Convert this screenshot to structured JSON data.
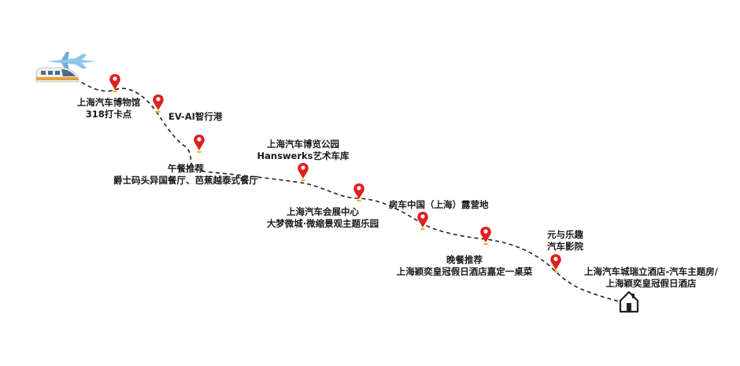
{
  "route": {
    "stops": [
      {
        "id": "auto-museum",
        "lines": [
          "上海汽车博物馆",
          "318打卡点"
        ]
      },
      {
        "id": "ev-ai",
        "lines": [
          "EV-AI智行港"
        ]
      },
      {
        "id": "lunch",
        "lines": [
          "午餐推荐",
          "爵士码头异国餐厅、芭蕉越泰式餐厅"
        ]
      },
      {
        "id": "expo-park",
        "lines": [
          "上海汽车博览公园",
          "Hanswerks艺术车库"
        ]
      },
      {
        "id": "expo-center",
        "lines": [
          "上海汽车会展中心",
          "大梦微城·微缩景观主题乐园"
        ]
      },
      {
        "id": "rv-camp",
        "lines": [
          "房车中国（上海）露营地"
        ]
      },
      {
        "id": "dinner",
        "lines": [
          "晚餐推荐",
          "上海颖奕皇冠假日酒店嘉定一桌菜"
        ]
      },
      {
        "id": "cinema",
        "lines": [
          "元与乐趣",
          "汽车影院"
        ]
      },
      {
        "id": "hotel",
        "lines": [
          "上海汽车城瑞立酒店-汽车主题房/",
          "上海颖奕皇冠假日酒店"
        ]
      }
    ]
  },
  "colors": {
    "pin": "#e02020",
    "pin_dot": "#f7b500",
    "path": "#222222",
    "train_body": "#f0f0f0",
    "train_stripe": "#e8a13a",
    "plane": "#8fc6ec"
  },
  "icons": [
    "plane-icon",
    "train-icon",
    "map-pin-icon",
    "house-icon"
  ]
}
